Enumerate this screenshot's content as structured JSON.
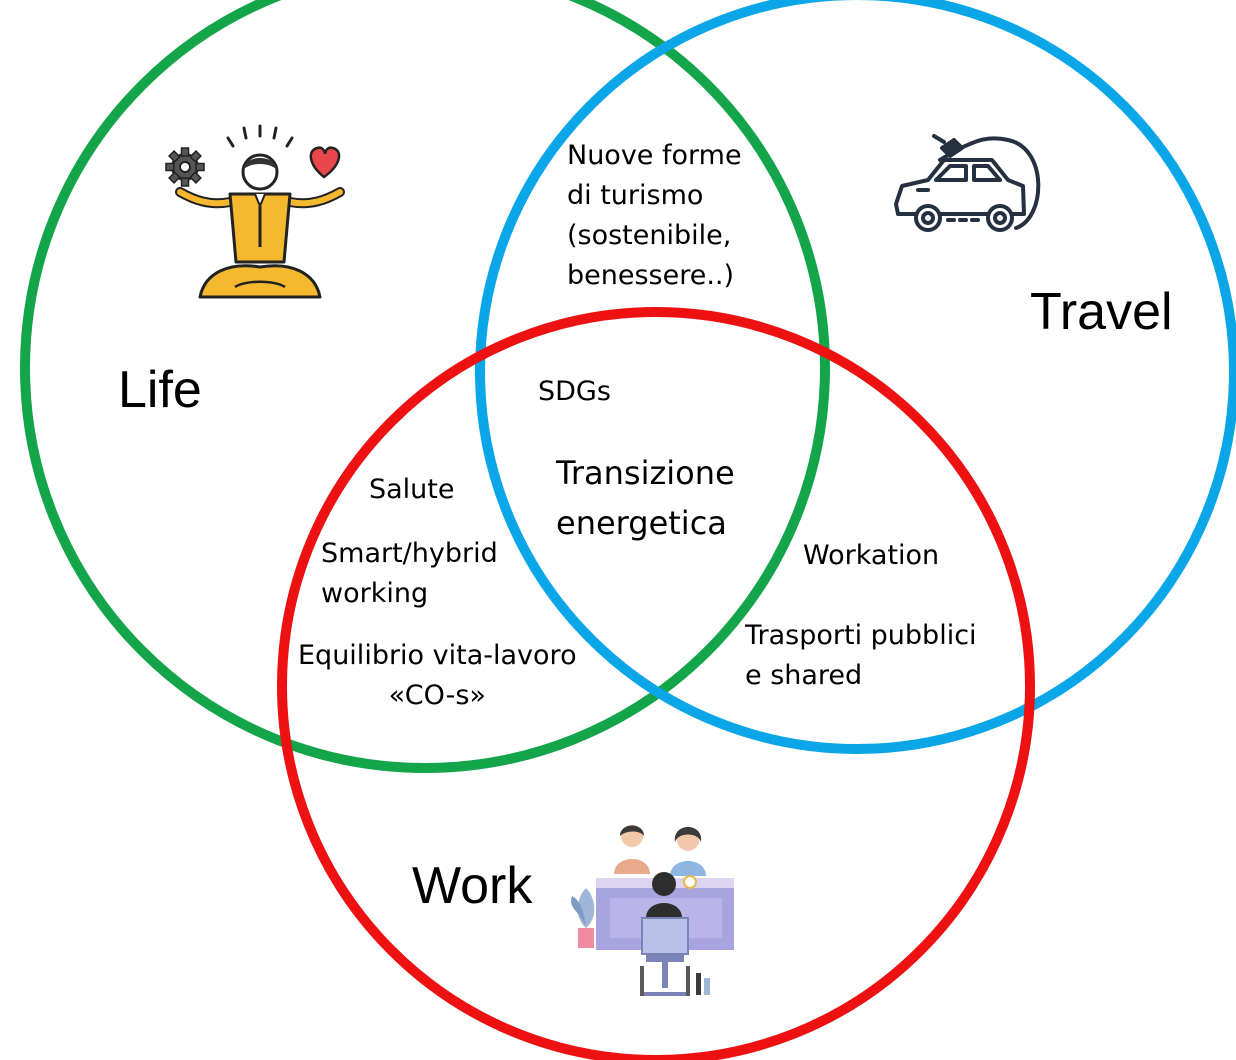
{
  "sets": {
    "life": {
      "label": "Life",
      "color": "#14a54a"
    },
    "travel": {
      "label": "Travel",
      "color": "#0aa6e8"
    },
    "work": {
      "label": "Work",
      "color": "#ee1111"
    }
  },
  "regions": {
    "life_travel": [
      "Nuove forme",
      "di turismo",
      "(sostenibile,",
      "benessere..)"
    ],
    "center_sdgs": "SDGs",
    "center_transition": [
      "Transizione",
      "energetica"
    ],
    "life_work": {
      "salute": "Salute",
      "smart": [
        "Smart/hybrid",
        "working"
      ],
      "balance": [
        "Equilibrio vita-lavoro",
        "«CO-s»"
      ]
    },
    "travel_work": {
      "workation": "Workation",
      "transport": [
        "Trasporti pubblici",
        "e shared"
      ]
    }
  },
  "icons": {
    "life": "meditating-person-icon",
    "travel": "electric-car-icon",
    "work": "office-meeting-icon"
  }
}
